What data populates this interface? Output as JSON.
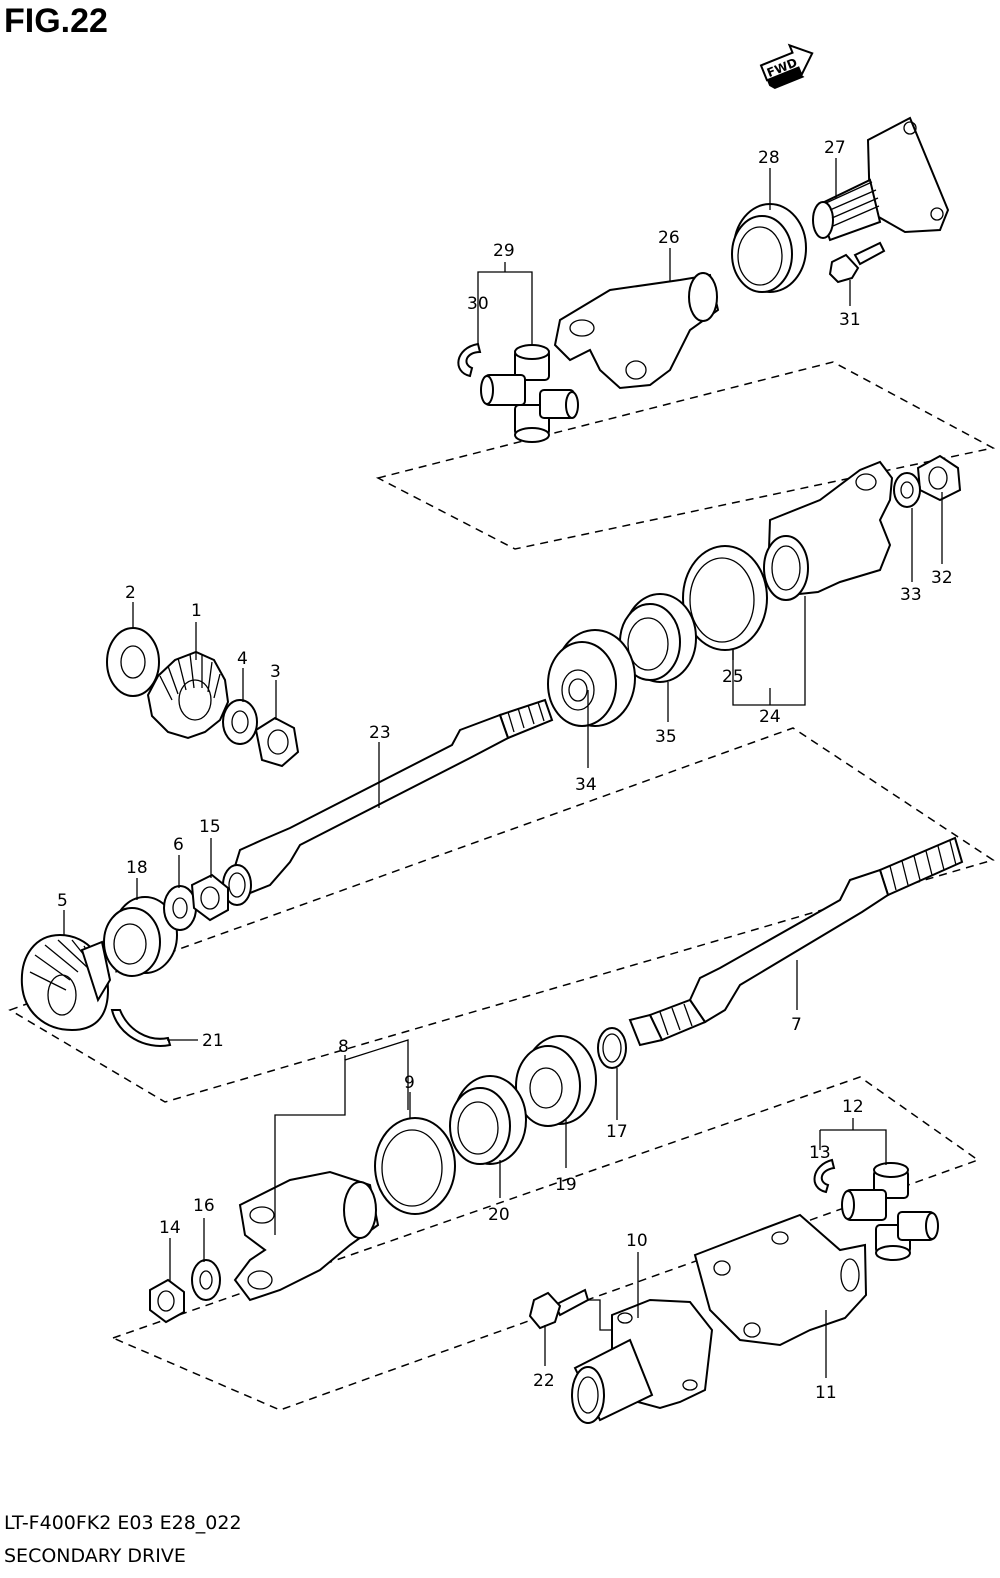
{
  "figure": {
    "title": "FIG.22"
  },
  "fwd_badge": {
    "label": "FWD"
  },
  "footer": {
    "model_code": "LT-F400FK2 E03 E28_022",
    "section_name": "SECONDARY DRIVE"
  },
  "callouts": [
    {
      "id": "c1",
      "text": "1"
    },
    {
      "id": "c2",
      "text": "2"
    },
    {
      "id": "c3",
      "text": "3"
    },
    {
      "id": "c4",
      "text": "4"
    },
    {
      "id": "c5",
      "text": "5"
    },
    {
      "id": "c6",
      "text": "6"
    },
    {
      "id": "c7",
      "text": "7"
    },
    {
      "id": "c8",
      "text": "8"
    },
    {
      "id": "c9",
      "text": "9"
    },
    {
      "id": "c10",
      "text": "10"
    },
    {
      "id": "c11",
      "text": "11"
    },
    {
      "id": "c12",
      "text": "12"
    },
    {
      "id": "c13",
      "text": "13"
    },
    {
      "id": "c14",
      "text": "14"
    },
    {
      "id": "c15",
      "text": "15"
    },
    {
      "id": "c16",
      "text": "16"
    },
    {
      "id": "c17",
      "text": "17"
    },
    {
      "id": "c18",
      "text": "18"
    },
    {
      "id": "c19",
      "text": "19"
    },
    {
      "id": "c20",
      "text": "20"
    },
    {
      "id": "c21",
      "text": "21"
    },
    {
      "id": "c22",
      "text": "22"
    },
    {
      "id": "c23",
      "text": "23"
    },
    {
      "id": "c24",
      "text": "24"
    },
    {
      "id": "c25",
      "text": "25"
    },
    {
      "id": "c26",
      "text": "26"
    },
    {
      "id": "c27",
      "text": "27"
    },
    {
      "id": "c28",
      "text": "28"
    },
    {
      "id": "c29",
      "text": "29"
    },
    {
      "id": "c30",
      "text": "30"
    },
    {
      "id": "c31",
      "text": "31"
    },
    {
      "id": "c32",
      "text": "32"
    },
    {
      "id": "c33",
      "text": "33"
    },
    {
      "id": "c34",
      "text": "34"
    },
    {
      "id": "c35",
      "text": "35"
    }
  ]
}
